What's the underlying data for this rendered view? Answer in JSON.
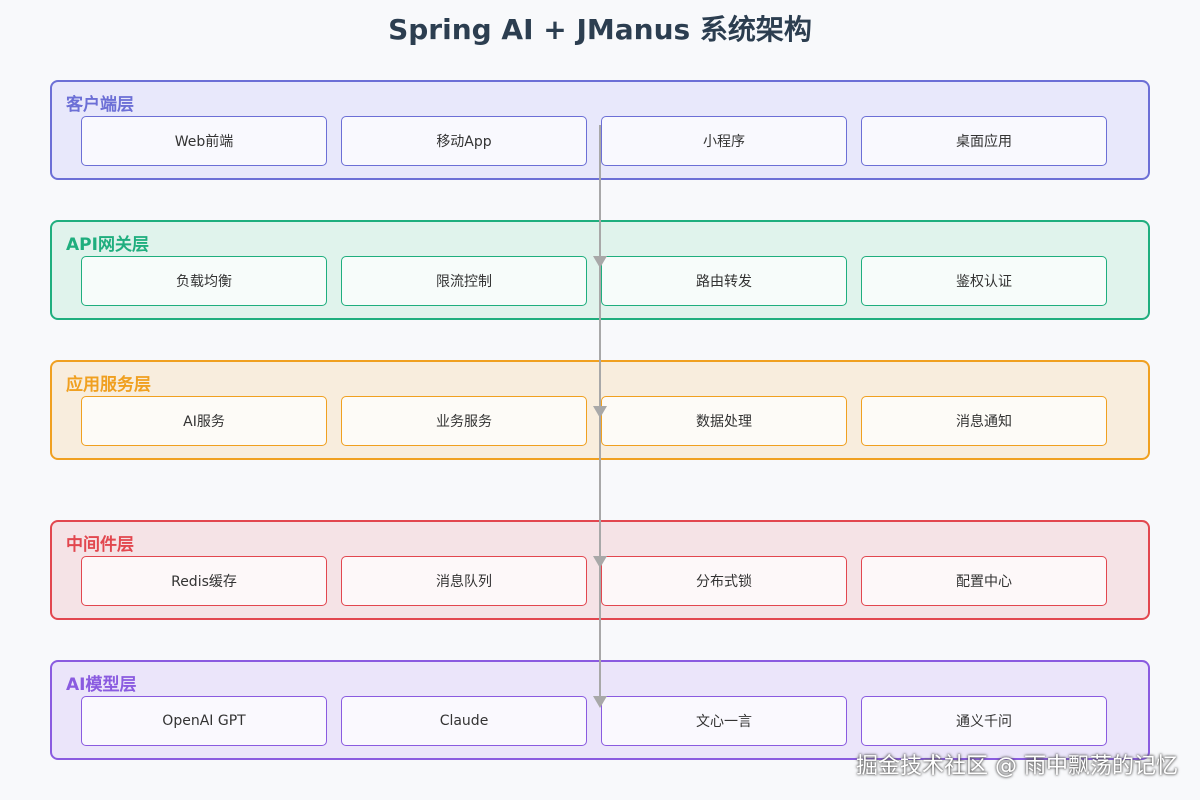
{
  "title": "Spring AI + JManus 系统架构",
  "layers": [
    {
      "label": "客户端层",
      "color": "#6c6fd6",
      "bg": "#e8e8fb",
      "items": [
        "Web前端",
        "移动App",
        "小程序",
        "桌面应用"
      ]
    },
    {
      "label": "API网关层",
      "color": "#1fae7e",
      "bg": "#e0f3ec",
      "items": [
        "负载均衡",
        "限流控制",
        "路由转发",
        "鉴权认证"
      ]
    },
    {
      "label": "应用服务层",
      "color": "#f0a020",
      "bg": "#f8eddd",
      "items": [
        "AI服务",
        "业务服务",
        "数据处理",
        "消息通知"
      ]
    },
    {
      "label": "中间件层",
      "color": "#e2474f",
      "bg": "#f5e3e6",
      "items": [
        "Redis缓存",
        "消息队列",
        "分布式锁",
        "配置中心"
      ]
    },
    {
      "label": "AI模型层",
      "color": "#8a5be0",
      "bg": "#ebe5fa",
      "items": [
        "OpenAI GPT",
        "Claude",
        "文心一言",
        "通义千问"
      ]
    }
  ],
  "connector_color": "#a8a8a8",
  "watermark": "掘金技术社区 @ 雨中飘荡的记忆"
}
